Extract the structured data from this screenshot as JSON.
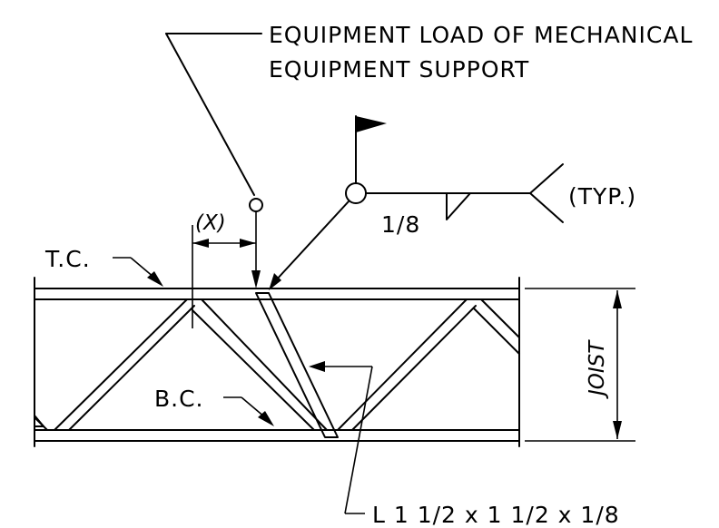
{
  "labels": {
    "equipment_line1": "EQUIPMENT LOAD OF MECHANICAL",
    "equipment_line2": "EQUIPMENT SUPPORT",
    "dimension_x": "(X)",
    "top_chord": "T.C.",
    "bottom_chord": "B.C.",
    "weld_size": "1/8",
    "weld_typ": "(TYP.)",
    "joist": "JOIST",
    "angle_member": "L 1 1/2 x 1 1/2 x 1/8"
  }
}
